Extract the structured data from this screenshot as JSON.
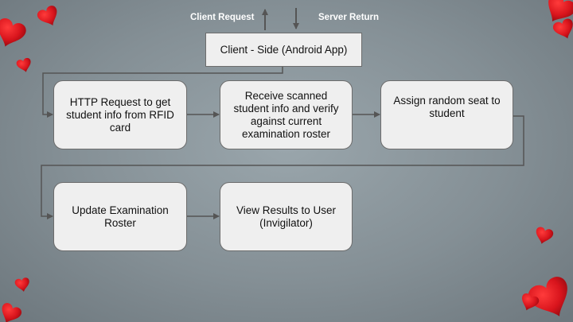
{
  "diagram": {
    "labels": {
      "client_request": "Client Request",
      "server_return": "Server Return"
    },
    "nodes": {
      "client": "Client - Side (Android App)",
      "http_request": "HTTP Request to get student info from RFID card",
      "receive_verify": "Receive scanned student info and verify against current examination roster",
      "assign_seat": "Assign random seat to student",
      "update_roster": "Update Examination Roster",
      "view_results": "View Results to User (Invigilator)"
    }
  },
  "style": {
    "line_color": "#555555",
    "box_fill": "#efefef",
    "decor_color": "#d8141c"
  }
}
